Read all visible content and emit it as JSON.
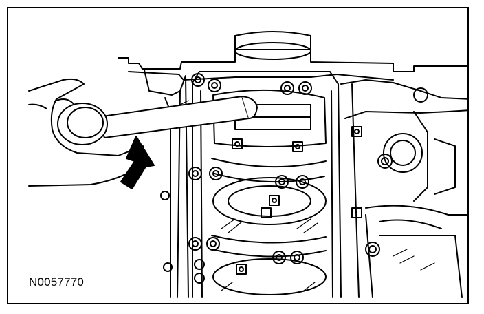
{
  "figure": {
    "id_label": "N0057770",
    "ink_color": "#000000",
    "paper_color": "#ffffff"
  },
  "illustration": {
    "subject": "engine-block-underside-with-bearing-caps",
    "tool": "breaker-bar-with-socket",
    "indicator": "arrow-icon"
  }
}
